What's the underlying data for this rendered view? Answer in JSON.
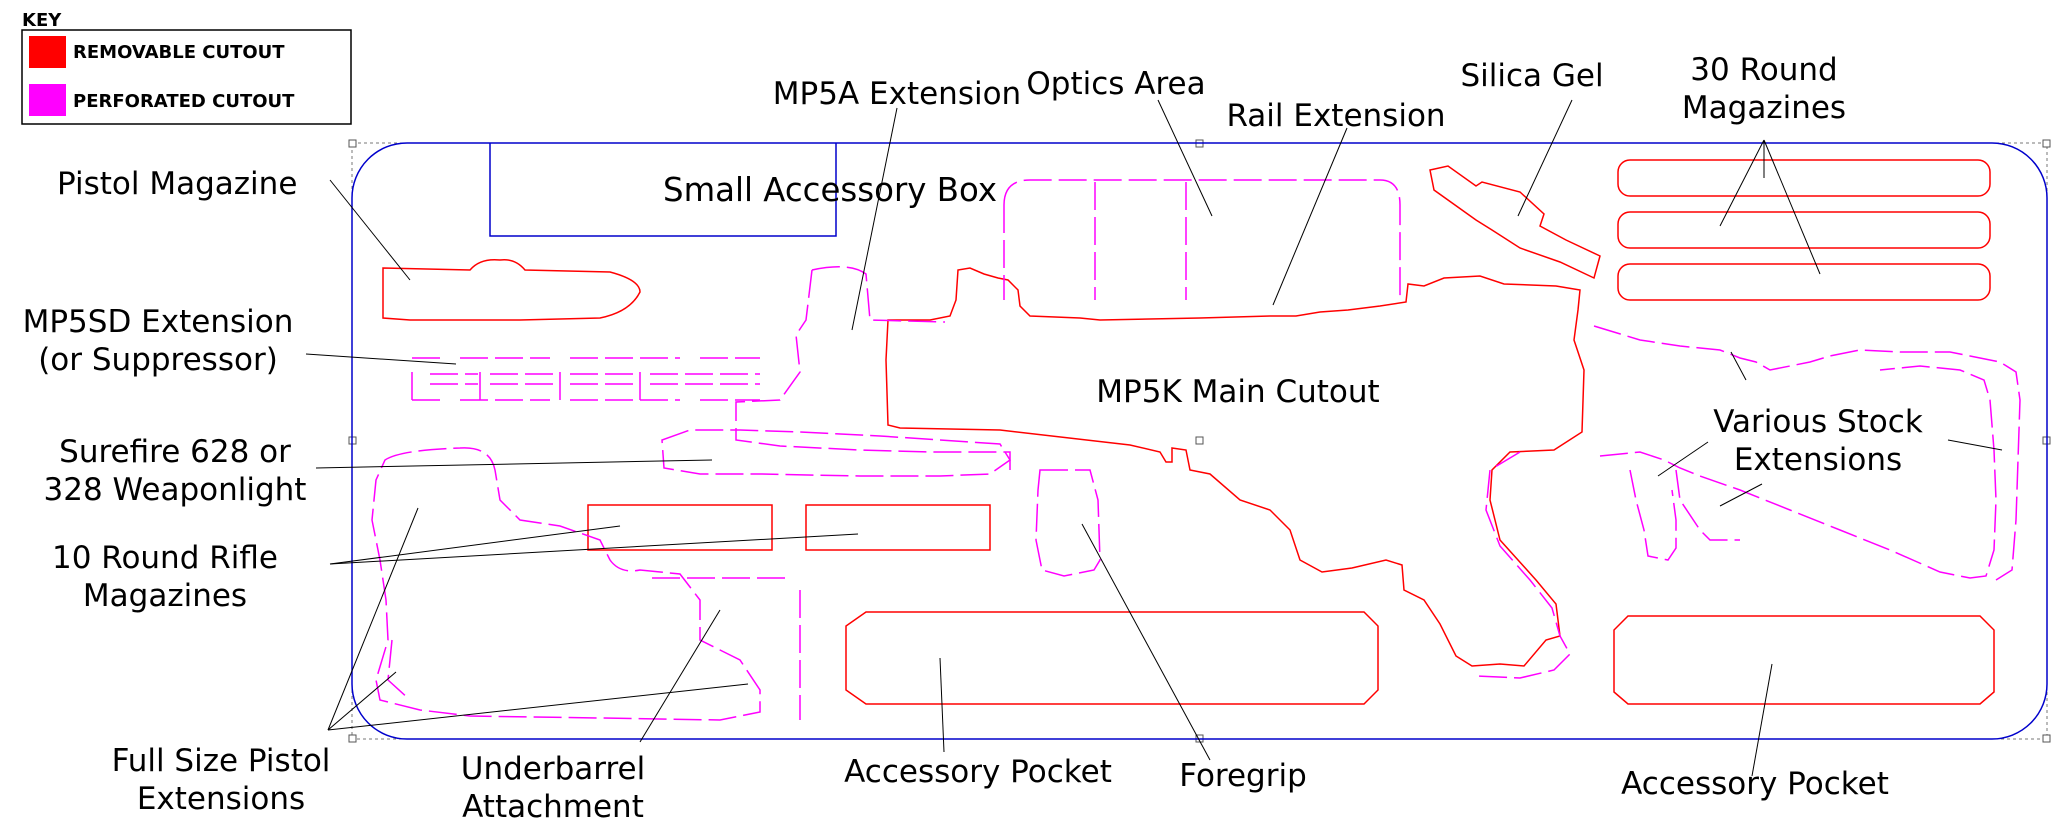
{
  "key": {
    "title": "KEY",
    "items": [
      {
        "label": "REMOVABLE CUTOUT",
        "color": "#ff0000"
      },
      {
        "label": "PERFORATED CUTOUT",
        "color": "#ff00ff"
      }
    ]
  },
  "colors": {
    "removable": "#ff0000",
    "perforated": "#ff00ff",
    "outline": "#0000cc",
    "leader": "#000000"
  },
  "labels": {
    "pistol_magazine": "Pistol Magazine",
    "small_accessory_box": "Small Accessory Box",
    "mp5a_extension": "MP5A Extension",
    "optics_area": "Optics Area",
    "rail_extension": "Rail Extension",
    "silica_gel": "Silica Gel",
    "thirty_round_1": "30 Round",
    "thirty_round_2": "Magazines",
    "mp5sd_1": "MP5SD Extension",
    "mp5sd_2": "(or Suppressor)",
    "mp5k_main": "MP5K Main Cutout",
    "surefire_1": "Surefire 628 or",
    "surefire_2": "328 Weaponlight",
    "ten_round_1": "10 Round Rifle",
    "ten_round_2": "Magazines",
    "stock_1": "Various Stock",
    "stock_2": "Extensions",
    "pistol_ext_1": "Full Size Pistol",
    "pistol_ext_2": "Extensions",
    "underbarrel_1": "Underbarrel",
    "underbarrel_2": "Attachment",
    "accessory_pocket_left": "Accessory Pocket",
    "foregrip": "Foregrip",
    "accessory_pocket_right": "Accessory Pocket"
  }
}
